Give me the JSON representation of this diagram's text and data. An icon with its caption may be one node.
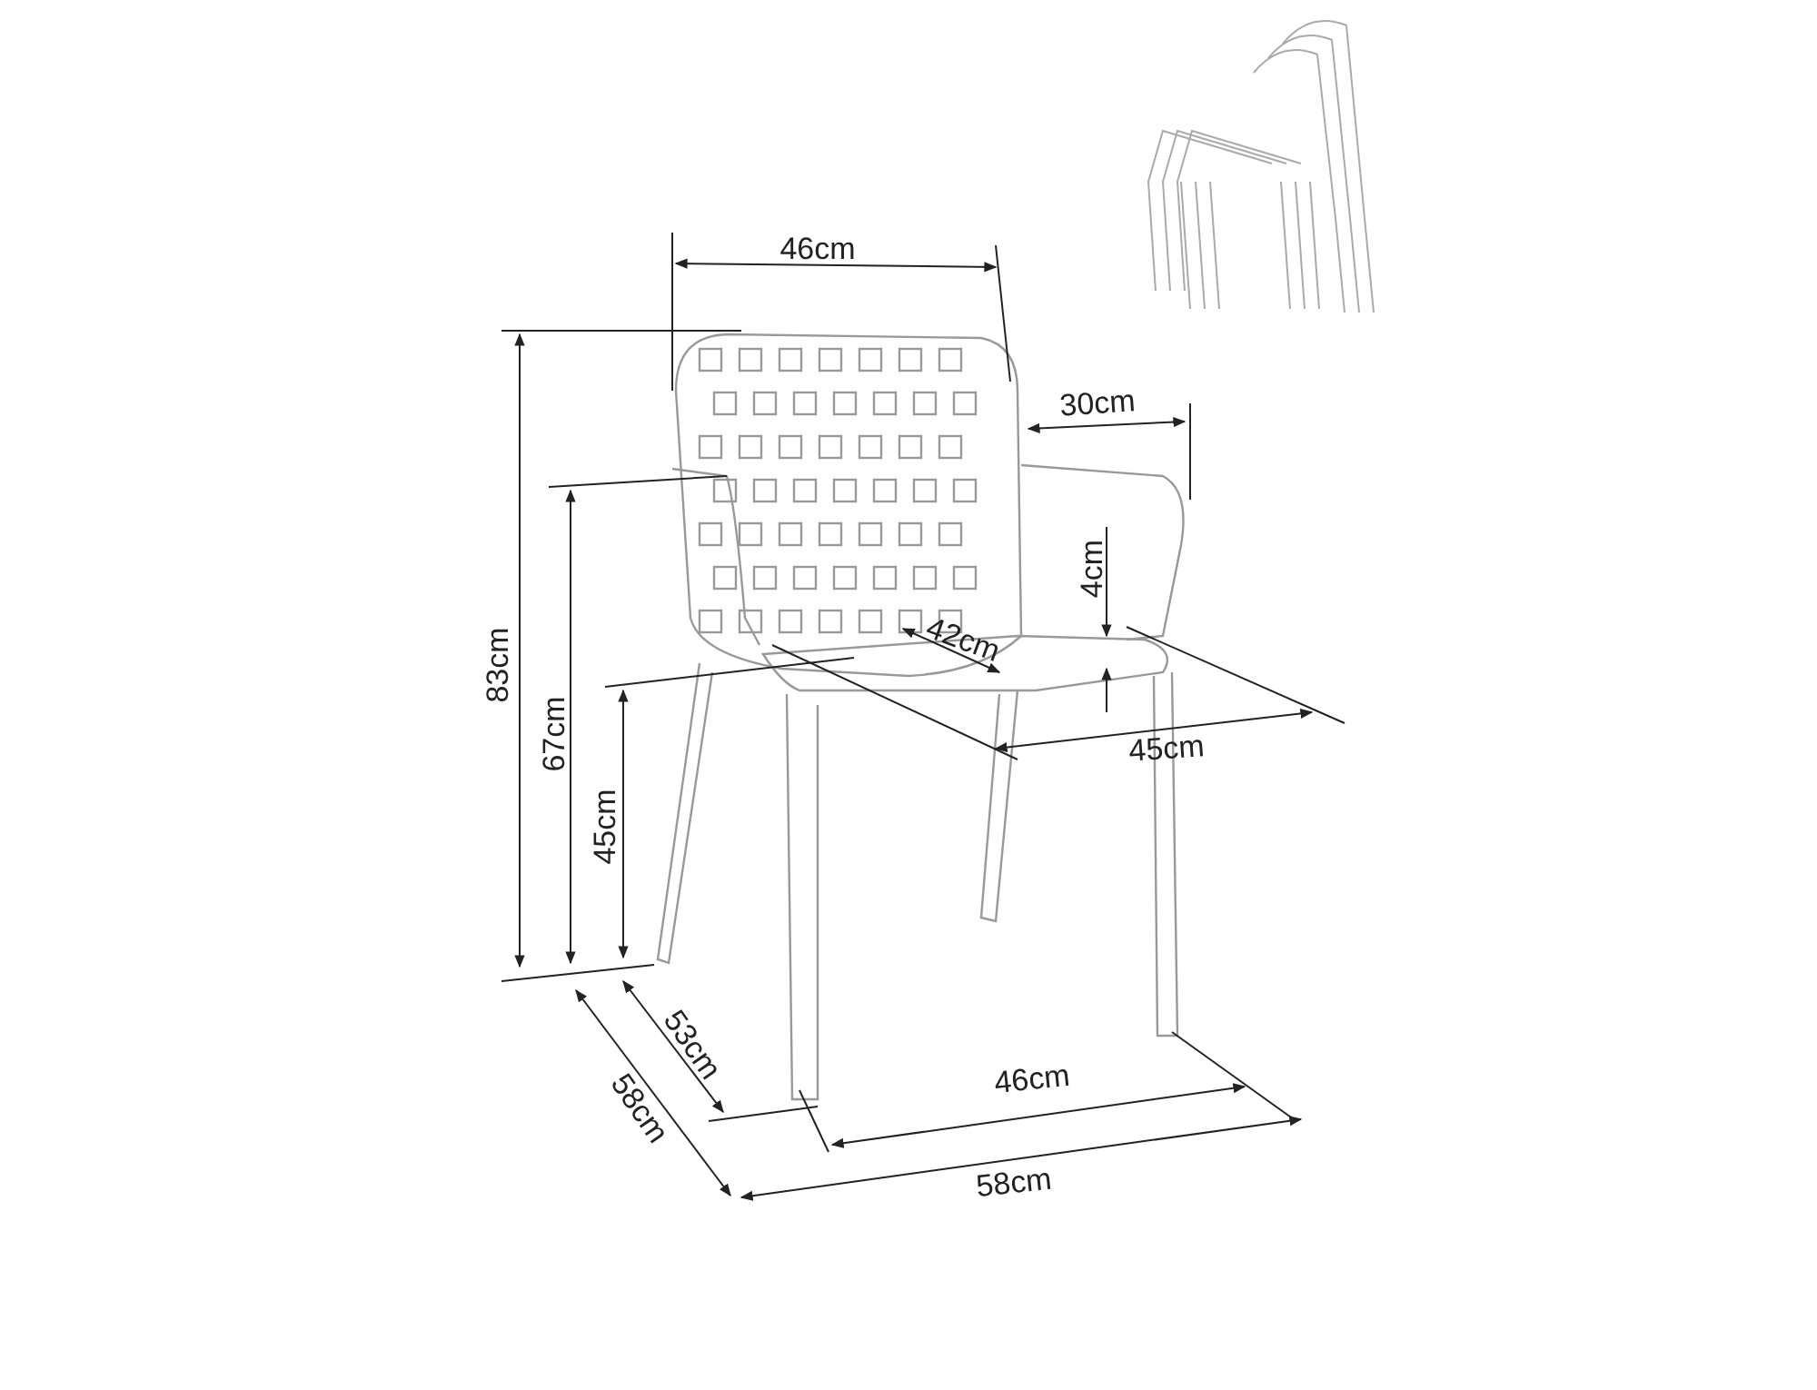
{
  "diagram": {
    "labels": [
      "46cm",
      "30cm",
      "4cm",
      "42cm",
      "83cm",
      "67cm",
      "45cm",
      "45cm",
      "53cm",
      "46cm",
      "58cm",
      "58cm"
    ]
  }
}
